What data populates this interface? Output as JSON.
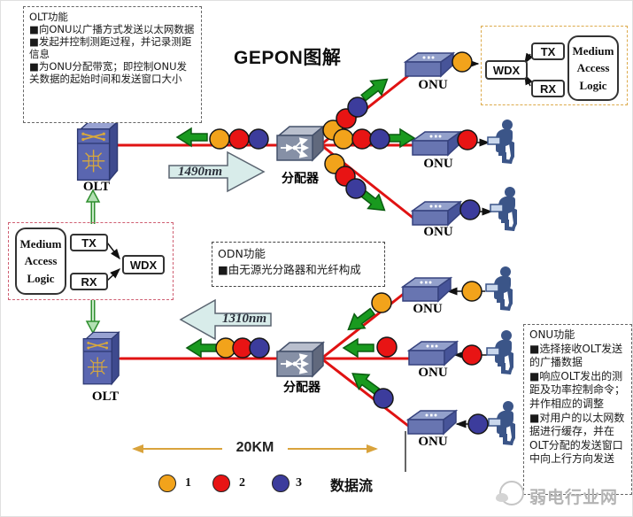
{
  "title": "GEPON图解",
  "info_boxes": {
    "olt": {
      "title": "OLT功能",
      "bullets": [
        "■向ONU以广播方式发送以太网数据",
        "■发起并控制测距过程，并记录测距信息",
        "■为ONU分配带宽；即控制ONU发关数据的起始时间和发送窗口大小"
      ]
    },
    "odn": {
      "title": "ODN功能",
      "bullets": [
        "■由无源光分路器和光纤构成"
      ]
    },
    "onu": {
      "title": "ONU功能",
      "bullets": [
        "■选择接收OLT发送的广播数据",
        "■响应OLT发出的测距及功率控制命令；并作相应的调整",
        "■对用户的以太网数据进行缓存，并在OLT分配的发送窗口中向上行方向发送"
      ]
    }
  },
  "mac": {
    "logic": "Medium\nAccess\nLogic",
    "tx": "TX",
    "rx": "RX",
    "wdx": "WDX"
  },
  "devices": {
    "olt": "OLT",
    "onu": "ONU",
    "splitter": "分配器"
  },
  "flows": {
    "downstream": "1490nm",
    "upstream": "1310nm"
  },
  "distance": "20KM",
  "legend": {
    "caption": "数据流",
    "items": [
      {
        "label": "1",
        "color": "#F2A31B"
      },
      {
        "label": "2",
        "color": "#E81414"
      },
      {
        "label": "3",
        "color": "#3C3C9C"
      }
    ]
  },
  "watermark": "弱电行业网",
  "colors": {
    "fiber_line": "#E01212",
    "flow_arrow_green": "#199A1F",
    "wavelength_arrow_fill": "#D8ECEA",
    "distance_arrow": "#D9A33C",
    "device_blue": "#5A66B0",
    "splitter_gray": "#8690A6"
  }
}
